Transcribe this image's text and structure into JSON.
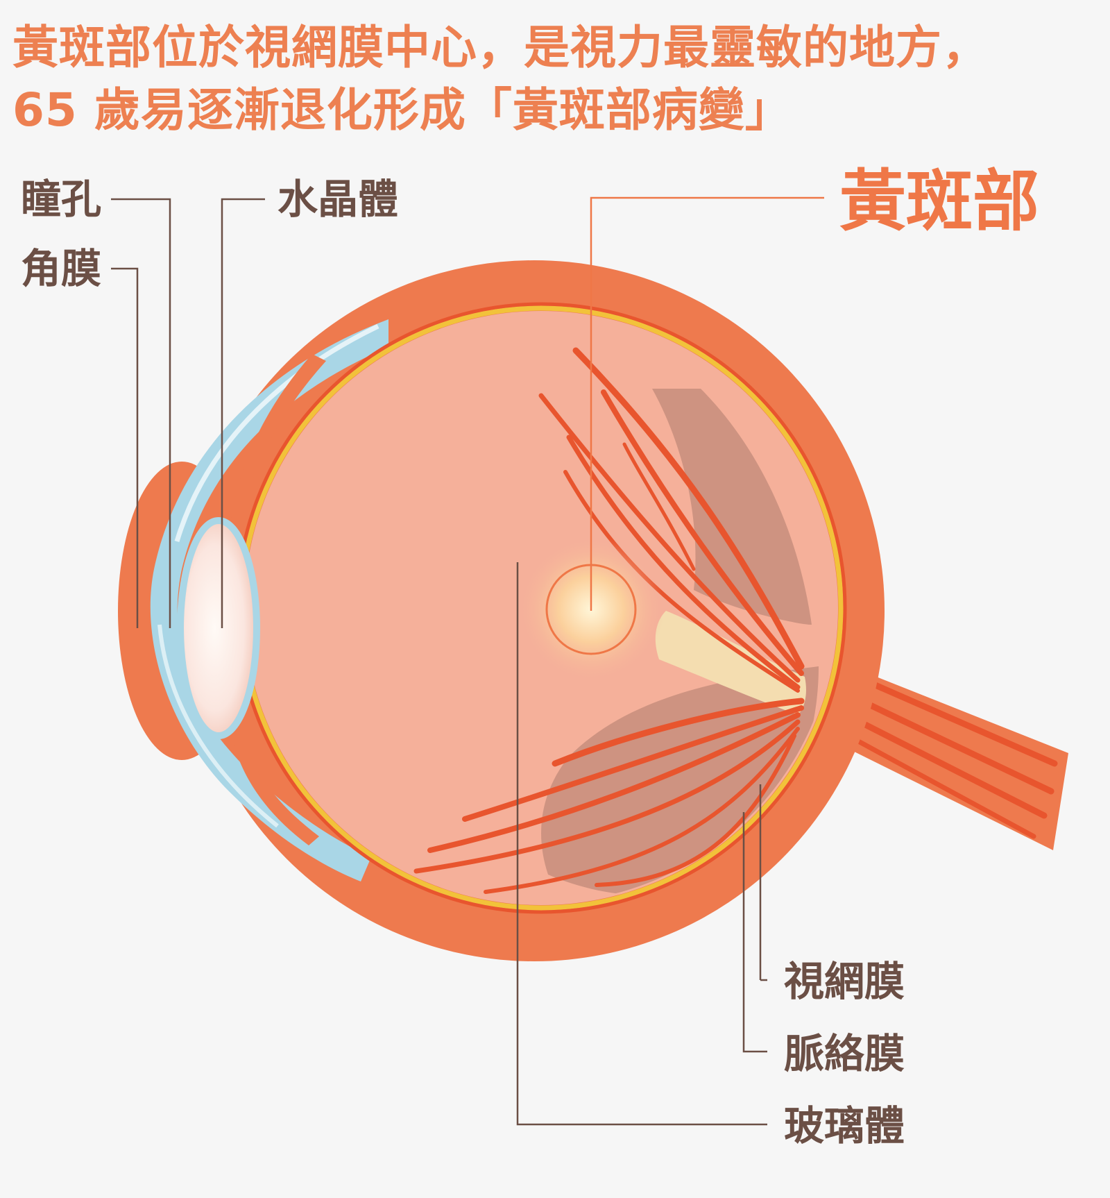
{
  "headline": {
    "line1": "黃斑部位於視網膜中心，是視力最靈敏的地方，",
    "line2": "65 歲易逐漸退化形成「黃斑部病變」"
  },
  "labels": {
    "pupil": "瞳孔",
    "cornea": "角膜",
    "lens": "水晶體",
    "macula": "黃斑部",
    "retina": "視網膜",
    "choroid": "脈絡膜",
    "vitreous": "玻璃體"
  },
  "colors": {
    "sclera": "#ee7a4e",
    "interior": "#f5b09a",
    "choroid": "#c08a78",
    "vessel": "#e8552e",
    "retina_line": "#f2c23a",
    "cornea": "#a9d6e6",
    "optic_disc": "#f4ddb0",
    "leader_line": "#6b4f45",
    "macula_line": "#ef7747"
  }
}
